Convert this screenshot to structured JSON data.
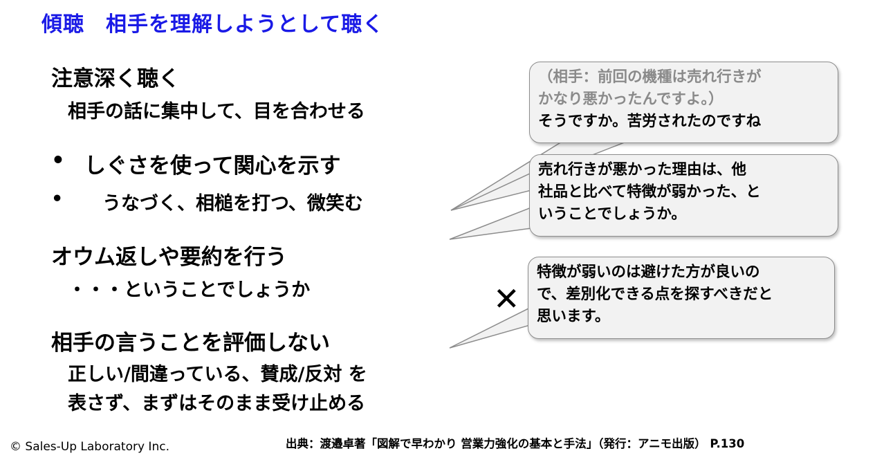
{
  "title": "傾聴　相手を理解しようとして聴く",
  "sections": [
    {
      "heading": "注意深く聴く",
      "lines": [
        "相手の話に集中して、目を合わせる"
      ]
    },
    {
      "heading": "しぐさを使って関心を示す",
      "lines": [
        "うなづく、相槌を打つ、微笑む"
      ],
      "bullet": "•"
    },
    {
      "heading": "オウム返しや要約を行う",
      "lines": [
        "・・・ということでしょうか"
      ]
    },
    {
      "heading": "相手の言うことを評価しない",
      "lines": [
        "正しい/間違っている、賛成/反対 を",
        "表さず、まずはそのまま受け止める"
      ]
    }
  ],
  "bubbles": [
    {
      "lines_gray": [
        "（相手：前回の機種は売れ行きが",
        "かなり悪かったんですよ。）"
      ],
      "lines": [
        "そうですか。苦労されたのですね"
      ]
    },
    {
      "lines": [
        "売れ行きが悪かった理由は、他",
        "社品と比べて特徴が弱かった、と",
        "いうことでしょうか。"
      ]
    },
    {
      "lines": [
        "特徴が弱いのは避けた方が良いの",
        "で、差別化できる点を探すべきだと",
        "思います。"
      ]
    }
  ],
  "x_mark": "✕",
  "footer": {
    "copyright": "© Sales-Up Laboratory Inc.",
    "source": "出典：渡邉卓著「図解で早わかり 営業力強化の基本と手法」（発行：アニモ出版）  P.130"
  },
  "colors": {
    "title": "#1a1ae6",
    "bubble_bg": "#f2f2f2",
    "bubble_border": "#8c8c8c",
    "gray_text": "#8a8a8a"
  }
}
